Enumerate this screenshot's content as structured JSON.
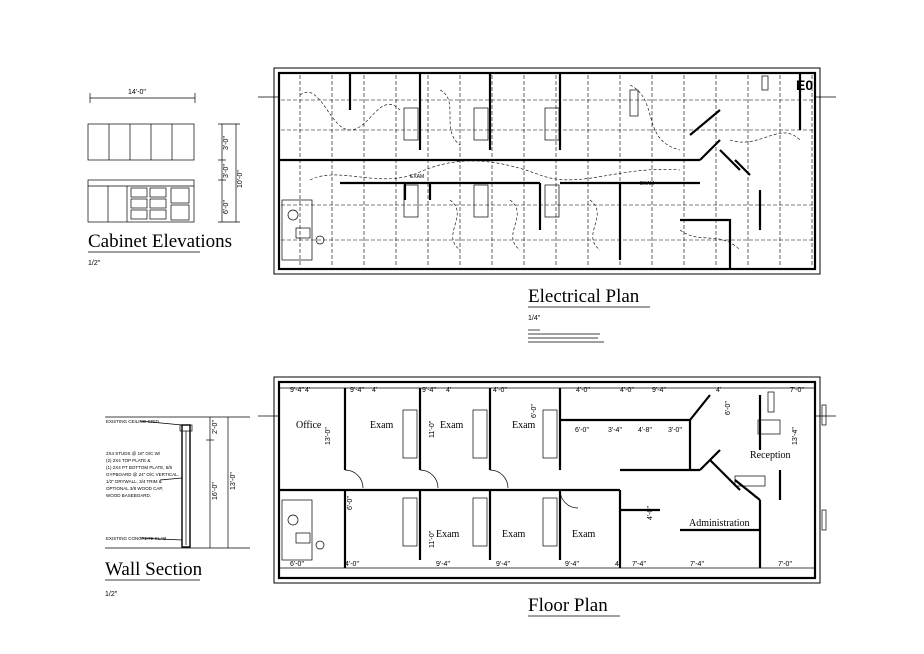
{
  "titles": {
    "cabinet": "Cabinet Elevations",
    "cabinet_scale": "1/2\"",
    "electrical": "Electrical Plan",
    "electrical_scale": "1/4\"",
    "wall": "Wall Section",
    "wall_scale": "1/2\"",
    "floor": "Floor Plan"
  },
  "cabinet": {
    "width_dim": "14'-0\"",
    "upper_dim": "3'-0\"",
    "mid_dim": "3'-0\"",
    "lower_dim": "6'-0\"",
    "total_dim": "10'-0\""
  },
  "wall_section": {
    "notes": [
      "2X4 STUDS @ 16\" O/C W/",
      "(2) 2X4 TOP PLATE &",
      "(1) 2X4 PT BOTTOM PLATE, 5/8",
      "GYPBOARD @ 24\" O/C VERTICAL,",
      "1/2\" DRYWALL, 3/4 TRIM &",
      "OPTIONAL 3/8 WOOD CAP,",
      "WOOD BASEBOARD."
    ],
    "ceiling_label": "EXISTING CEILING GRID",
    "slab_label": "EXISTING CONCRETE SLAB",
    "top_dim": "2'-0\"",
    "mid_dim": "16'-0\"",
    "total_dim": "13'-0\""
  },
  "floor_plan": {
    "rooms": [
      "Office",
      "Exam",
      "Exam",
      "Exam",
      "Exam",
      "Exam",
      "Exam",
      "Reception",
      "Administration"
    ],
    "top_dims": [
      "9'-4\"",
      "4'",
      "9'-4\"",
      "4'",
      "9'-4\"",
      "4'",
      "4'-0\"",
      "4'-0\"",
      "4'-0\"",
      "9'-4\"",
      "4'",
      "7'-0\""
    ],
    "bottom_dims": [
      "6'-0\"",
      "4'-0\"",
      "9'-4\"",
      "9'-4\"",
      "9'-4\"",
      "4'",
      "7'-4\"",
      "7'-4\"",
      "7'-0\""
    ],
    "interior_dims": [
      "6'-0\"",
      "3'-4\"",
      "4'-8\"",
      "3'-0\"",
      "13'-0\"",
      "11'-0\"",
      "11'-0\"",
      "6'-0\"",
      "6'-0\"",
      "4'-0\"",
      "13'-4\"",
      "6'-0\""
    ]
  }
}
